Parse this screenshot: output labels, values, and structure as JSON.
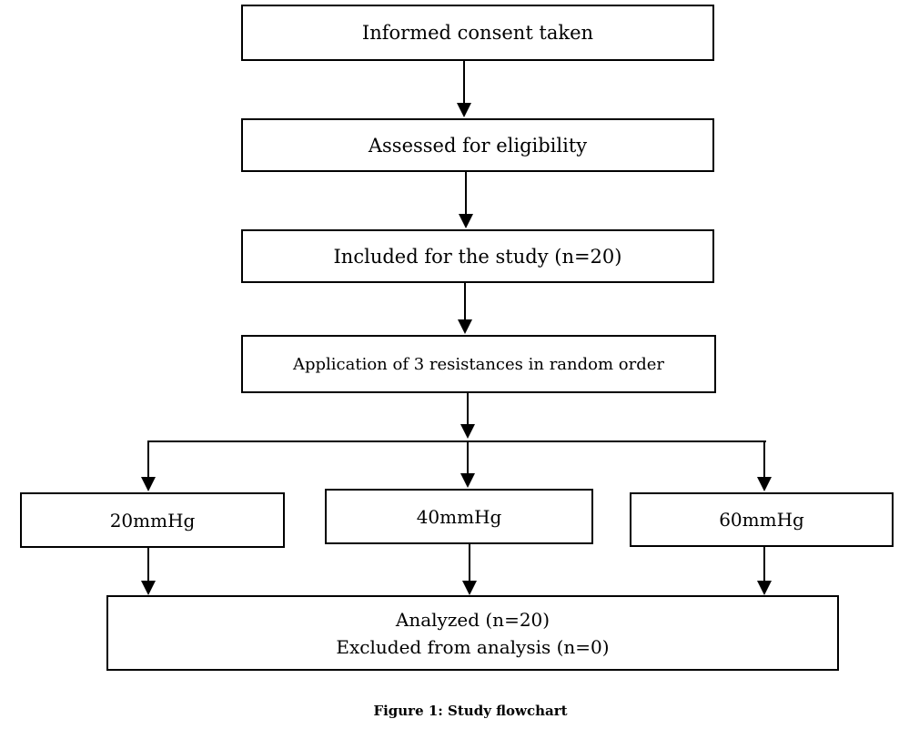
{
  "flowchart": {
    "nodes": {
      "consent": {
        "label": "Informed consent taken"
      },
      "eligibility": {
        "label": "Assessed for eligibility"
      },
      "included": {
        "label": "Included for the study (n=20)"
      },
      "application": {
        "label": "Application of 3 resistances in random order"
      },
      "pressure20": {
        "label": "20mmHg"
      },
      "pressure40": {
        "label": "40mmHg"
      },
      "pressure60": {
        "label": "60mmHg"
      },
      "analyzed": {
        "line1": "Analyzed (n=20)",
        "line2": "Excluded from analysis (n=0)"
      }
    },
    "caption": "Figure 1: Study flowchart",
    "colors": {
      "line": "#000000",
      "box_border": "#000000",
      "box_background": "#ffffff",
      "page_background": "#ffffff",
      "text": "#000000"
    }
  }
}
